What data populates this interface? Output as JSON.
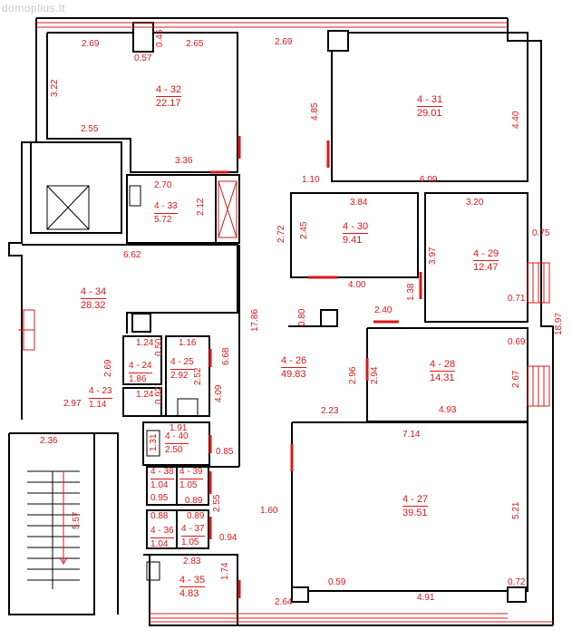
{
  "watermark": "domoplius.lt",
  "rooms": [
    {
      "key": "r32",
      "id": "4 - 32",
      "area": "22.17"
    },
    {
      "key": "r31",
      "id": "4 - 31",
      "area": "29.01"
    },
    {
      "key": "r33",
      "id": "4 - 33",
      "area": "5.72"
    },
    {
      "key": "r30",
      "id": "4 - 30",
      "area": "9.41"
    },
    {
      "key": "r29",
      "id": "4 - 29",
      "area": "12.47"
    },
    {
      "key": "r34",
      "id": "4 - 34",
      "area": "28.32"
    },
    {
      "key": "r24",
      "id": "4 - 24",
      "area": "1.86"
    },
    {
      "key": "r25",
      "id": "4 - 25",
      "area": "2.92"
    },
    {
      "key": "r23",
      "id": "4 - 23",
      "area": "1.14"
    },
    {
      "key": "r26",
      "id": "4 - 26",
      "area": "49.83"
    },
    {
      "key": "r28",
      "id": "4 - 28",
      "area": "14.31"
    },
    {
      "key": "r40",
      "id": "4 - 40",
      "area": "2.50"
    },
    {
      "key": "r38",
      "id": "4 - 38",
      "area": "1.04"
    },
    {
      "key": "r39",
      "id": "4 - 39",
      "area": "1.05"
    },
    {
      "key": "r36",
      "id": "4 - 36",
      "area": "1.04"
    },
    {
      "key": "r37",
      "id": "4 - 37",
      "area": "1.05"
    },
    {
      "key": "r27",
      "id": "4 - 27",
      "area": "39.51"
    },
    {
      "key": "r35",
      "id": "4 - 35",
      "area": "4.83"
    }
  ],
  "dims": {
    "d_2_69a": "2.69",
    "d_0_45": "0.45",
    "d_2_65": "2.65",
    "d_2_69b": "2.69",
    "d_0_57": "0.57",
    "d_3_22": "3.22",
    "d_4_85": "4.85",
    "d_4_40": "4.40",
    "d_2_55": "2.55",
    "d_3_36": "3.36",
    "d_1_10": "1.10",
    "d_6_09": "6.09",
    "d_2_70": "2.70",
    "d_2_12": "2.12",
    "d_3_84": "3.84",
    "d_3_20": "3.20",
    "d_2_72": "2.72",
    "d_2_45": "2.45",
    "d_3_97": "3.97",
    "d_0_75": "0.75",
    "d_6_62": "6.62",
    "d_4_00": "4.00",
    "d_1_38": "1.38",
    "d_0_71": "0.71",
    "d_18_97": "18.97",
    "d_17_86": "17.86",
    "d_2_40": "2.40",
    "d_0_80": "0.80",
    "d_1_24a": "1.24",
    "d_0_50": "0.50",
    "d_1_16": "1.16",
    "d_6_68": "6.68",
    "d_0_69": "0.69",
    "d_2_69c": "2.69",
    "d_2_52": "2.52",
    "d_2_96": "2.96",
    "d_2_94": "2.94",
    "d_2_67": "2.67",
    "d_1_24b": "1.24",
    "d_0_92": "0.92",
    "d_4_09": "4.09",
    "d_2_97": "2.97",
    "d_2_23": "2.23",
    "d_4_93": "4.93",
    "d_1_91": "1.91",
    "d_2_36": "2.36",
    "d_1_31": "1.31",
    "d_7_14": "7.14",
    "d_0_85": "0.85",
    "d_0_95": "0.95",
    "d_0_89a": "0.89",
    "d_2_55b": "2.55",
    "d_5_21": "5.21",
    "d_5_57": "5.57",
    "d_0_88": "0.88",
    "d_0_89b": "0.89",
    "d_1_60": "1.60",
    "d_0_94": "0.94",
    "d_2_83": "2.83",
    "d_1_74": "1.74",
    "d_0_59": "0.59",
    "d_0_72": "0.72",
    "d_2_64": "2.64",
    "d_4_91": "4.91"
  }
}
